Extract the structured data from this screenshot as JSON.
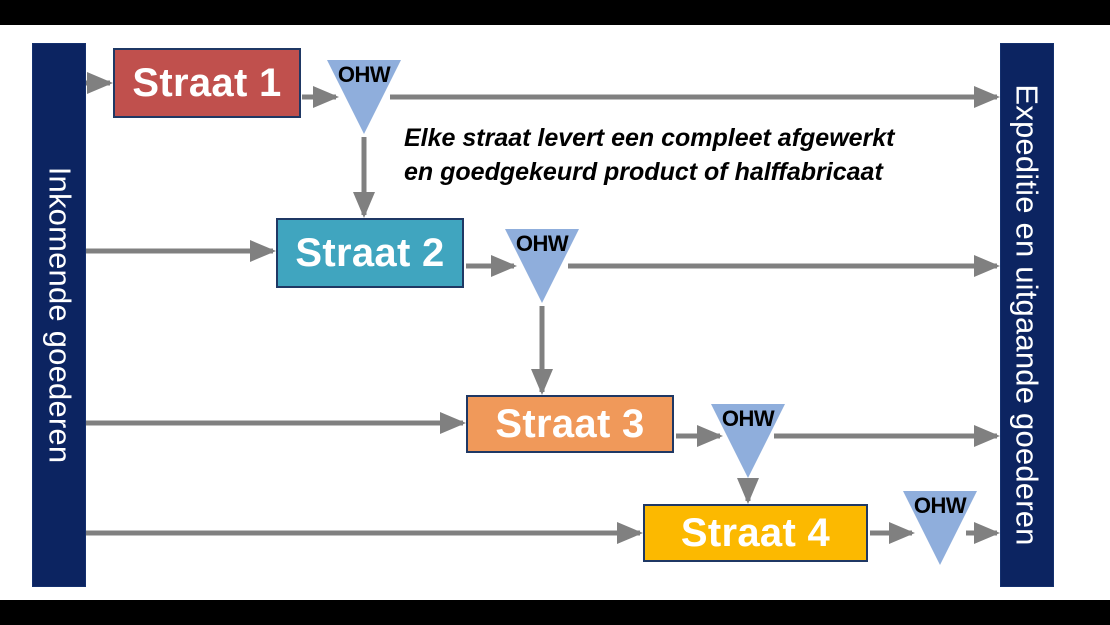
{
  "canvas": {
    "background": "#ffffff",
    "letterbox_color": "#000000"
  },
  "sidebars": {
    "left": {
      "label": "Inkomende goederen",
      "color": "#0C2461",
      "text_color": "#ffffff"
    },
    "right": {
      "label": "Expeditie en uitgaande goederen",
      "color": "#0C2461",
      "text_color": "#ffffff"
    }
  },
  "process_boxes": [
    {
      "label": "Straat 1",
      "color": "#C0504D",
      "border": "#1F3864",
      "text_color": "#ffffff"
    },
    {
      "label": "Straat 2",
      "color": "#40A5BF",
      "border": "#1F3864",
      "text_color": "#ffffff"
    },
    {
      "label": "Straat 3",
      "color": "#F0995A",
      "border": "#1F3864",
      "text_color": "#ffffff"
    },
    {
      "label": "Straat 4",
      "color": "#FCB900",
      "border": "#1F3864",
      "text_color": "#ffffff"
    }
  ],
  "buffers": [
    {
      "label": "OHW",
      "color": "#8FAEDC",
      "text_color": "#000000"
    },
    {
      "label": "OHW",
      "color": "#8FAEDC",
      "text_color": "#000000"
    },
    {
      "label": "OHW",
      "color": "#8FAEDC",
      "text_color": "#000000"
    },
    {
      "label": "OHW",
      "color": "#8FAEDC",
      "text_color": "#000000"
    }
  ],
  "annotation": {
    "line1": "Elke straat levert een compleet afgewerkt",
    "line2": "en goedgekeurd product of halffabricaat"
  },
  "connectors": {
    "color": "#808080",
    "description": "grey arrows from inbound goods into each straat, from each straat into an OHW buffer, from each OHW down to the next straat and onward to outbound goods"
  }
}
